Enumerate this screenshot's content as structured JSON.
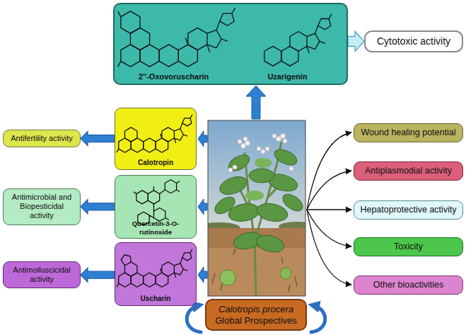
{
  "diagram": {
    "nodes": [
      {
        "text": [
          "2''-Oxovoruscharin",
          "Uzarigenin"
        ]
      },
      {
        "text": [
          "Cytotoxic activity"
        ]
      },
      {
        "text": [
          "Calotropin"
        ]
      },
      {
        "text": [
          "Antifertility activity"
        ]
      },
      {
        "text": [
          "Quercetin-3-O-rutinoside"
        ]
      },
      {
        "text": [
          "Antimicrobial and Biopesticidal activity"
        ]
      },
      {
        "text": [
          "Uscharin"
        ]
      },
      {
        "text": [
          "Antimolluscicidal activity"
        ]
      },
      {
        "text": [
          "Wound healing potential"
        ]
      },
      {
        "text": [
          "Antiplasmodial activity"
        ]
      },
      {
        "text": [
          "Hepatoprotective activity"
        ]
      },
      {
        "text": [
          "Toxicity"
        ]
      },
      {
        "text": [
          "Other bioactivities"
        ]
      },
      {
        "text": [
          "Calotropis procera",
          "Global Prospectives"
        ]
      }
    ],
    "edges": [
      {
        "from": 0,
        "to": 1,
        "arrow": "to"
      },
      {
        "from": 2,
        "to": 3,
        "arrow": "to"
      },
      {
        "from": 4,
        "to": 5,
        "arrow": "to"
      },
      {
        "from": 6,
        "to": 7,
        "arrow": "to"
      }
    ]
  }
}
